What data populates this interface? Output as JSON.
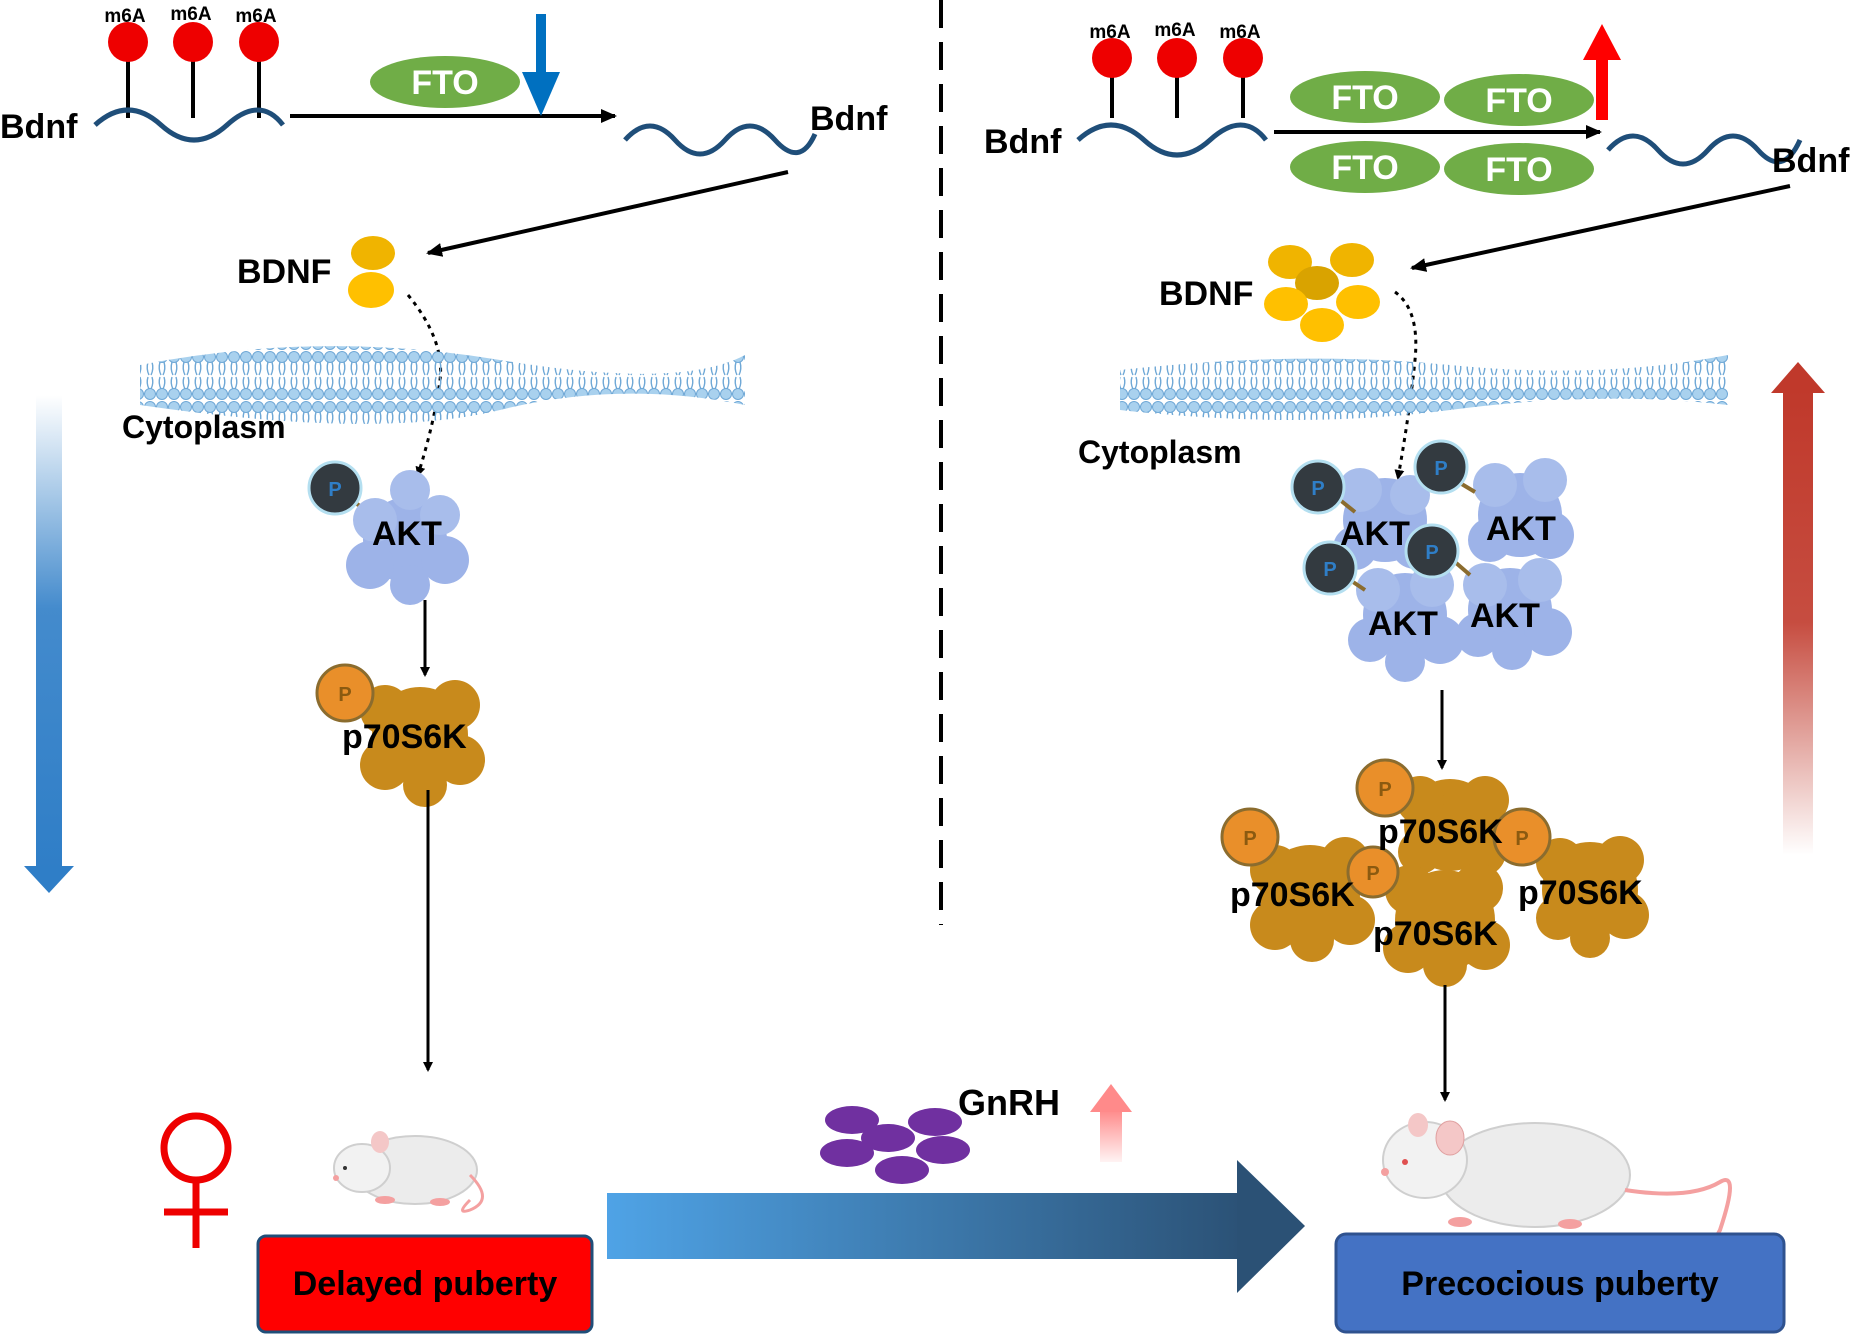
{
  "left": {
    "m6a_labels": [
      "m6A",
      "m6A",
      "m6A"
    ],
    "mrna_label": "Bdnf",
    "fto_label": "FTO",
    "bdnf_product_label": "Bdnf",
    "protein_label": "BDNF",
    "cytoplasm_label": "Cytoplasm",
    "akt_label": "AKT",
    "phospho_label": "P",
    "p70_label": "p70S6K",
    "outcome_label": "Delayed puberty",
    "trend": "down"
  },
  "right": {
    "m6a_labels": [
      "m6A",
      "m6A",
      "m6A"
    ],
    "mrna_label": "Bdnf",
    "fto_labels": [
      "FTO",
      "FTO",
      "FTO",
      "FTO"
    ],
    "bdnf_product_label": "Bdnf",
    "protein_label": "BDNF",
    "cytoplasm_label": "Cytoplasm",
    "akt_labels": [
      "AKT",
      "AKT",
      "AKT",
      "AKT"
    ],
    "phospho_label": "P",
    "p70_labels": [
      "p70S6K",
      "p70S6K",
      "p70S6K",
      "p70S6K"
    ],
    "outcome_label": "Precocious puberty",
    "trend": "up"
  },
  "center": {
    "gnrh_label": "GnRH",
    "gnrh_trend": "up"
  },
  "colors": {
    "m6a_dot": "#ee0000",
    "mrna": "#1f4e79",
    "fto": "#70ad47",
    "bdnf_protein": "#f5b800",
    "membrane": "#9dc3e6",
    "akt": "#9db3e8",
    "phospho_dark": "#333a40",
    "p70": "#c88a1c",
    "phospho_orange": "#e98f2a",
    "down_arrow": "#2f7ec7",
    "up_arrow": "#c0392b",
    "delayed_box": "#ff0000",
    "precocious_box": "#4472c4",
    "gnrh": "#7030a0",
    "female_symbol": "#ee0000"
  },
  "icons": [
    "female-symbol-icon",
    "mouse-icon",
    "mouse-icon",
    "arrow-down-icon",
    "arrow-up-icon"
  ]
}
